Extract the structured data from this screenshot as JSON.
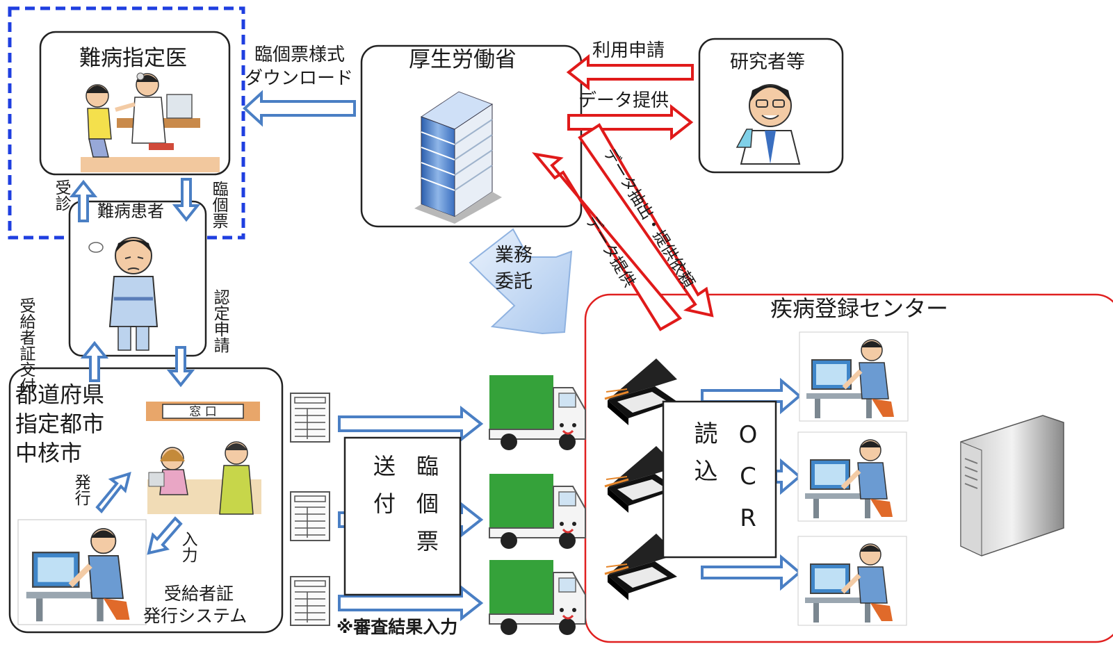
{
  "nodes": {
    "designated_doctor": "難病指定医",
    "patient": "難病患者",
    "ministry": "厚生労働省",
    "researcher": "研究者等",
    "prefecture": [
      "都道府県",
      "指定都市",
      "中核市"
    ],
    "registry_center": "疾病登録センター",
    "certificate_system": [
      "受給者証",
      "発行システム"
    ]
  },
  "edges": {
    "form_download": [
      "臨個票様式",
      "ダウンロード"
    ],
    "usage_application": "利用申請",
    "data_provision": "データ提供",
    "extract_request": "データ抽出・提供依頼",
    "data_provision_center": "データ提供",
    "outsourcing": [
      "業務",
      "委託"
    ],
    "consultation": "受診",
    "clinical_form": "臨個票",
    "certificate_issue": "受給者証交付",
    "certification_apply": "認定申請",
    "issue": "発行",
    "input": "入力"
  },
  "boxes": {
    "send_form": [
      "臨個票",
      "送付"
    ],
    "ocr_read": [
      "OCR",
      "読込"
    ]
  },
  "notes": {
    "review_input": "※審査結果入力",
    "window_sign": "窓 口"
  }
}
